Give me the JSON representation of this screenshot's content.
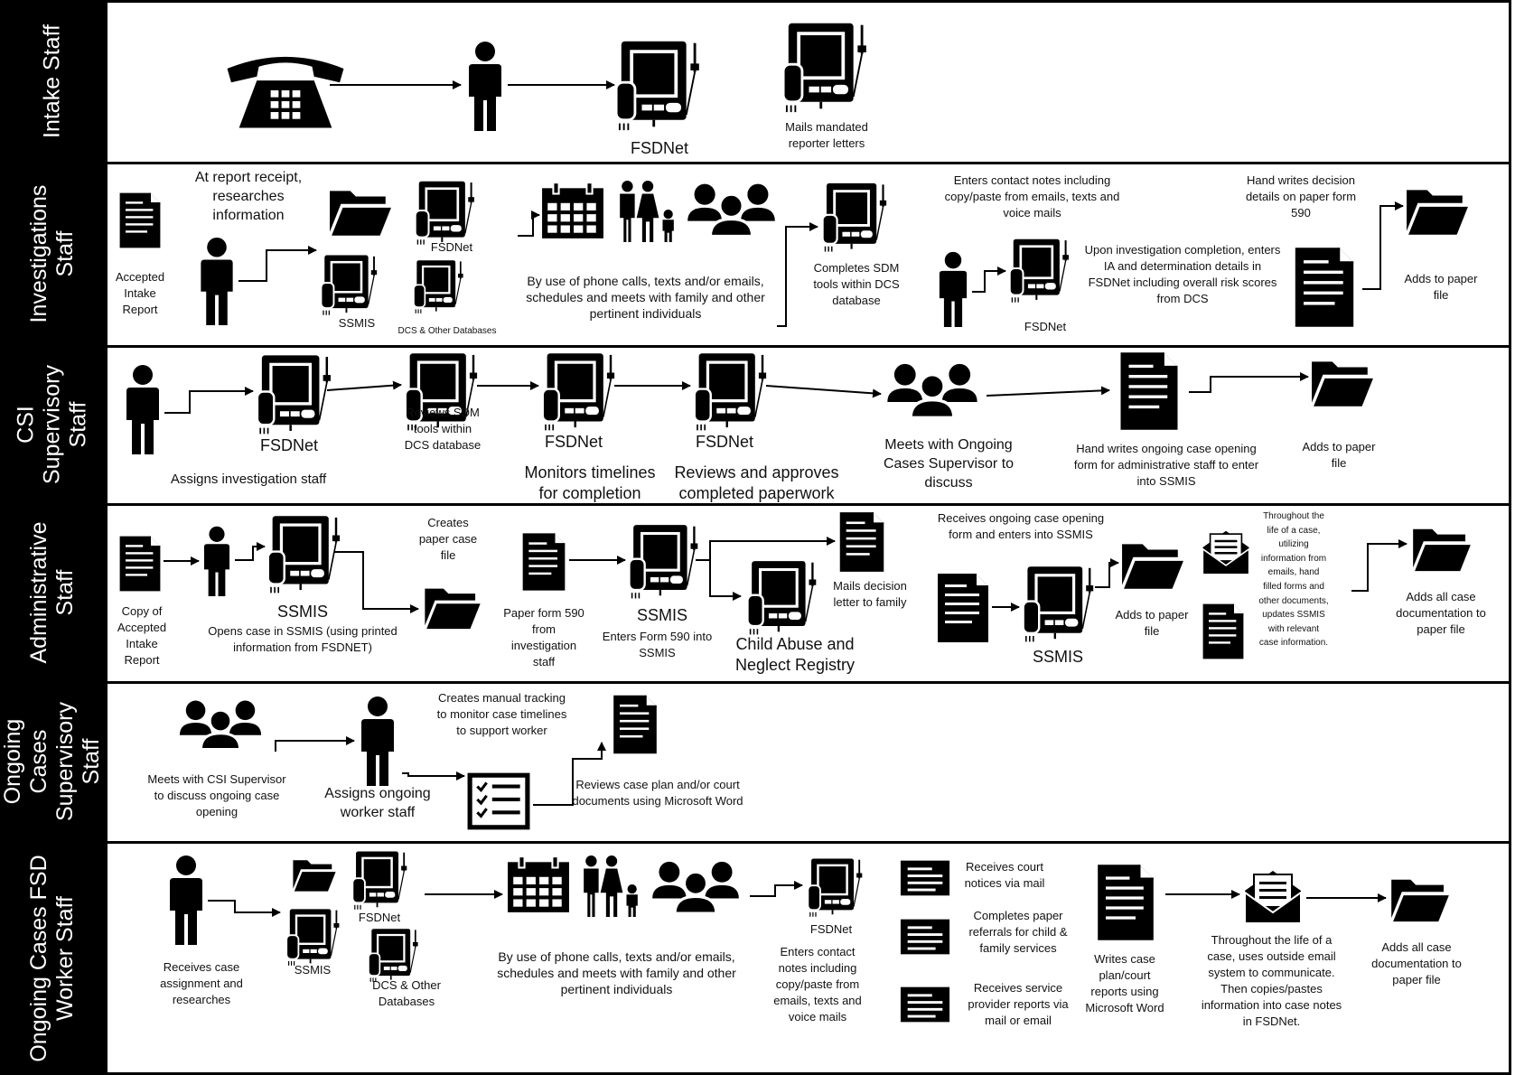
{
  "lanes": [
    {
      "title": "Intake Staff"
    },
    {
      "title": "Investigations Staff"
    },
    {
      "title": "CSI Supervisory Staff"
    },
    {
      "title": "Administrative Staff"
    },
    {
      "title": "Ongoing Cases Supervisory Staff"
    },
    {
      "title": "Ongoing Cases FSD Worker Staff"
    }
  ],
  "intake": {
    "fsdnet": "FSDNet",
    "mails": "Mails mandated reporter letters"
  },
  "investigations": {
    "accepted": "Accepted Intake Report",
    "researches": "At report receipt, researches information",
    "fsdnet_top": "FSDNet",
    "ssmis": "SSMIS",
    "dcs_db": "DCS & Other Databases",
    "schedules": "By use of phone calls, texts and/or emails, schedules and meets with family and other pertinent individuals",
    "sdm": "Completes SDM tools within DCS database",
    "contact_notes": "Enters contact notes including copy/paste from emails, texts and voice mails",
    "fsdnet_bottom": "FSDNet",
    "completion": "Upon investigation completion, enters IA and determination details in FSDNet including overall risk scores from DCS",
    "hand_writes": "Hand writes decision details on paper form 590",
    "adds": "Adds to paper file"
  },
  "csi": {
    "fsdnet1": "FSDNet",
    "assigns": "Assigns investigation staff",
    "reviews_sdm": "Reviews SDM tools within DCS database",
    "fsdnet3": "FSDNet",
    "monitors": "Monitors timelines for completion",
    "fsdnet4": "FSDNet",
    "approves": "Reviews and approves completed paperwork",
    "meets": "Meets with Ongoing Cases Supervisor to discuss",
    "hand_writes": "Hand writes ongoing case opening form for administrative staff to enter into SSMIS",
    "adds": "Adds to paper file"
  },
  "admin": {
    "copy": "Copy of Accepted Intake Report",
    "ssmis1": "SSMIS",
    "opens": "Opens case in SSMIS (using printed information from FSDNET)",
    "creates_file": "Creates paper case file",
    "form590": "Paper form 590 from investigation staff",
    "ssmis2": "SSMIS",
    "enters590": "Enters Form 590 into SSMIS",
    "registry": "Child Abuse and Neglect Registry",
    "mails_letter": "Mails decision letter to family",
    "receives_form": "Receives ongoing case opening form and enters into SSMIS",
    "ssmis3": "SSMIS",
    "adds": "Adds to paper file",
    "throughout": "Throughout the life of a case, utilizing information from emails, hand filled forms and other documents, updates SSMIS with relevant case information.",
    "adds_all": "Adds all case documentation to paper file"
  },
  "ongoing_sup": {
    "meets": "Meets with CSI Supervisor to discuss ongoing case opening",
    "assigns": "Assigns ongoing worker staff",
    "creates_tracking": "Creates manual tracking to monitor case timelines to support worker",
    "reviews_plan": "Reviews case plan and/or court documents using Microsoft Word"
  },
  "ongoing_worker": {
    "receives": "Receives case assignment and researches",
    "fsdnet": "FSDNet",
    "ssmis": "SSMIS",
    "dcs_db": "DCS & Other Databases",
    "schedules": "By use of phone calls, texts and/or emails, schedules and meets with family and other pertinent individuals",
    "fsdnet2": "FSDNet",
    "contact_notes": "Enters contact notes including copy/paste from emails, texts and voice mails",
    "court_notices": "Receives court notices via mail",
    "referrals": "Completes paper referrals for child & family services",
    "provider": "Receives service provider reports via mail or email",
    "writes_plan": "Writes case plan/court reports using Microsoft Word",
    "email_system": "Throughout the life of a case, uses outside email system to communicate. Then copies/pastes information into case notes in FSDNet.",
    "adds_all": "Adds all case documentation to paper file"
  }
}
